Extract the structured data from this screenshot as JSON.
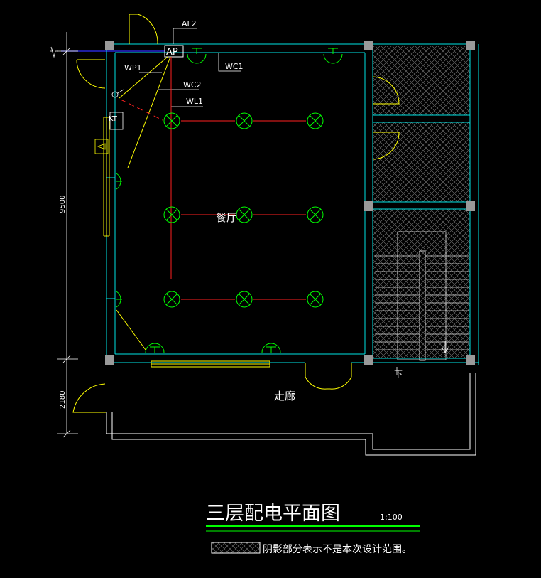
{
  "panel_labels": {
    "ap": "AP",
    "al2": "AL2",
    "wp1": "WP1",
    "wc1": "WC1",
    "wc2": "WC2",
    "wl1": "WL1",
    "kt": "KT"
  },
  "rooms": {
    "dining": "餐厅",
    "corridor": "走廊",
    "stair_down": "下"
  },
  "dimensions": {
    "upper": "9500",
    "lower": "2180"
  },
  "title": {
    "text": "三层配电平面图",
    "scale": "1:100"
  },
  "legend": {
    "note": "阴影部分表示不是本次设计范围。"
  },
  "colors": {
    "wall": "#00ffff",
    "door": "#ffff00",
    "fixture": "#00ff00",
    "circuit": "#ff0000",
    "hatch": "#808080",
    "label": "#ffffff",
    "axis": "#0000ff"
  },
  "fixtures": {
    "ceiling_lights": 9,
    "light_symbol": "cross-circle-lamp-icon"
  }
}
